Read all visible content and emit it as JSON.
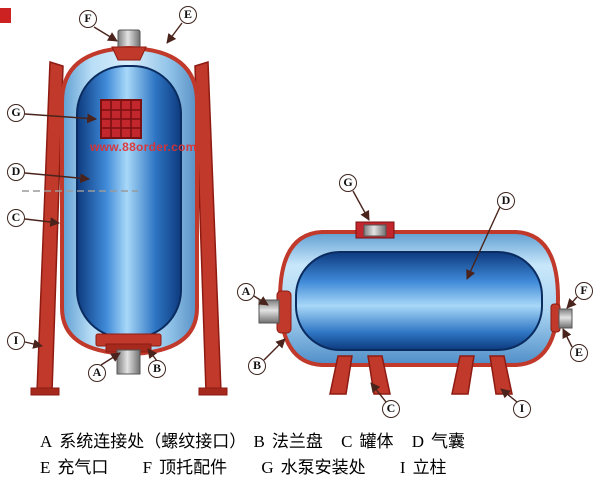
{
  "watermark": "www.88order.com",
  "callouts": {
    "left": [
      "F",
      "E",
      "G",
      "D",
      "C",
      "I",
      "A",
      "B"
    ],
    "right": [
      "G",
      "D",
      "A",
      "F",
      "B",
      "E",
      "C",
      "I"
    ]
  },
  "legend": {
    "items": [
      {
        "key": "A",
        "label": "系统连接处（螺纹接口）"
      },
      {
        "key": "B",
        "label": "法兰盘"
      },
      {
        "key": "C",
        "label": "罐体"
      },
      {
        "key": "D",
        "label": "气囊"
      },
      {
        "key": "E",
        "label": "充气口"
      },
      {
        "key": "F",
        "label": "顶托配件"
      },
      {
        "key": "G",
        "label": "水泵安装处"
      },
      {
        "key": "I",
        "label": "立柱"
      }
    ]
  },
  "colors": {
    "tank_red": "#c0392b",
    "dark_red": "#8e1b12",
    "bladder_blue": "#0d3a7e",
    "shell_blue": "#a9d4f2",
    "leader_line": "#4a241c",
    "watermark_red": "#e03030"
  }
}
